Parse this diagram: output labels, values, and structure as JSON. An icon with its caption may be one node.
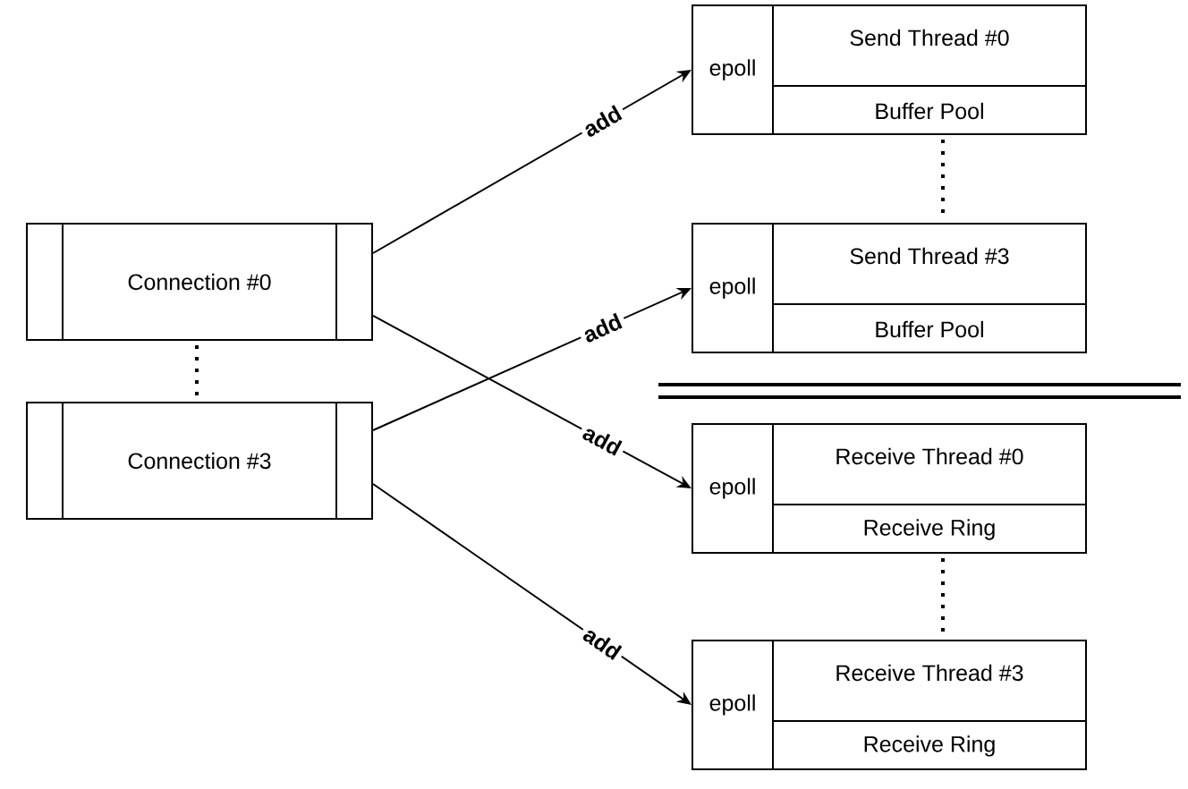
{
  "diagram": {
    "nodes": [
      {
        "text": [
          "Connection #0"
        ]
      },
      {
        "text": [
          "Connection #3"
        ]
      },
      {
        "text": [
          "Send Thread #0",
          "Buffer Pool"
        ]
      },
      {
        "text": [
          "epoll"
        ],
        "in": 2
      },
      {
        "text": [
          "Send Thread #3",
          "Buffer Pool"
        ]
      },
      {
        "text": [
          "epoll"
        ],
        "in": 4
      },
      {
        "text": [
          "Receive Thread #0",
          "Receive Ring"
        ]
      },
      {
        "text": [
          "epoll"
        ],
        "in": 6
      },
      {
        "text": [
          "Receive Thread #3",
          "Receive Ring"
        ]
      },
      {
        "text": [
          "epoll"
        ],
        "in": 8
      }
    ],
    "edges": [
      {
        "from": 0,
        "to": 3,
        "arrow": "to",
        "label": "add"
      },
      {
        "from": 0,
        "to": 7,
        "arrow": "to",
        "label": "add"
      },
      {
        "from": 1,
        "to": 5,
        "arrow": "to",
        "label": "add"
      },
      {
        "from": 1,
        "to": 9,
        "arrow": "to",
        "label": "add"
      }
    ]
  }
}
